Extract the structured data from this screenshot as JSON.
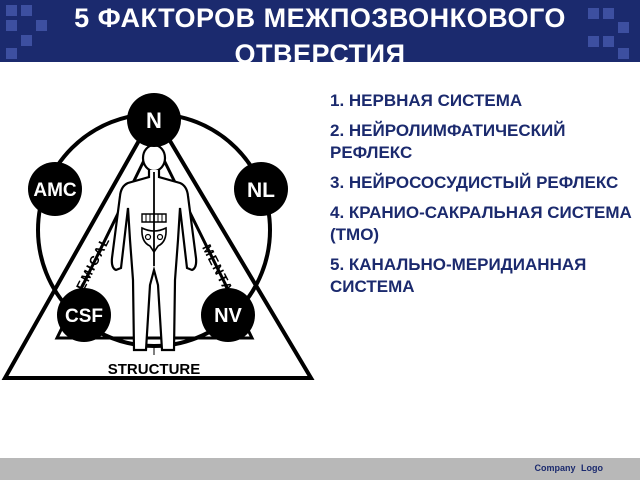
{
  "header": {
    "title_line1": "5 ФАКТОРОВ МЕЖПОЗВОНКОВОГО",
    "title_line2": "ОТВЕРСТИЯ",
    "bg_color": "#1b2a6e"
  },
  "diagram": {
    "nodes": {
      "n": "N",
      "amc": "AMC",
      "nl": "NL",
      "csf": "CSF",
      "nv": "NV"
    },
    "sides": {
      "left": "CHEMICAL",
      "right": "MENTAL",
      "bottom": "STRUCTURE"
    }
  },
  "factors": [
    "1. НЕРВНАЯ  СИСТЕМА",
    "2. НЕЙРОЛИМФАТИЧЕСКИЙ РЕФЛЕКС",
    "3. НЕЙРОСОСУДИСТЫЙ РЕФЛЕКС",
    "4. КРАНИО-САКРАЛЬНАЯ СИСТЕМА (ТМО)",
    "5. КАНАЛЬНО-МЕРИДИАННАЯ СИСТЕМА"
  ],
  "footer": {
    "company_logo": "Company  Logo"
  }
}
